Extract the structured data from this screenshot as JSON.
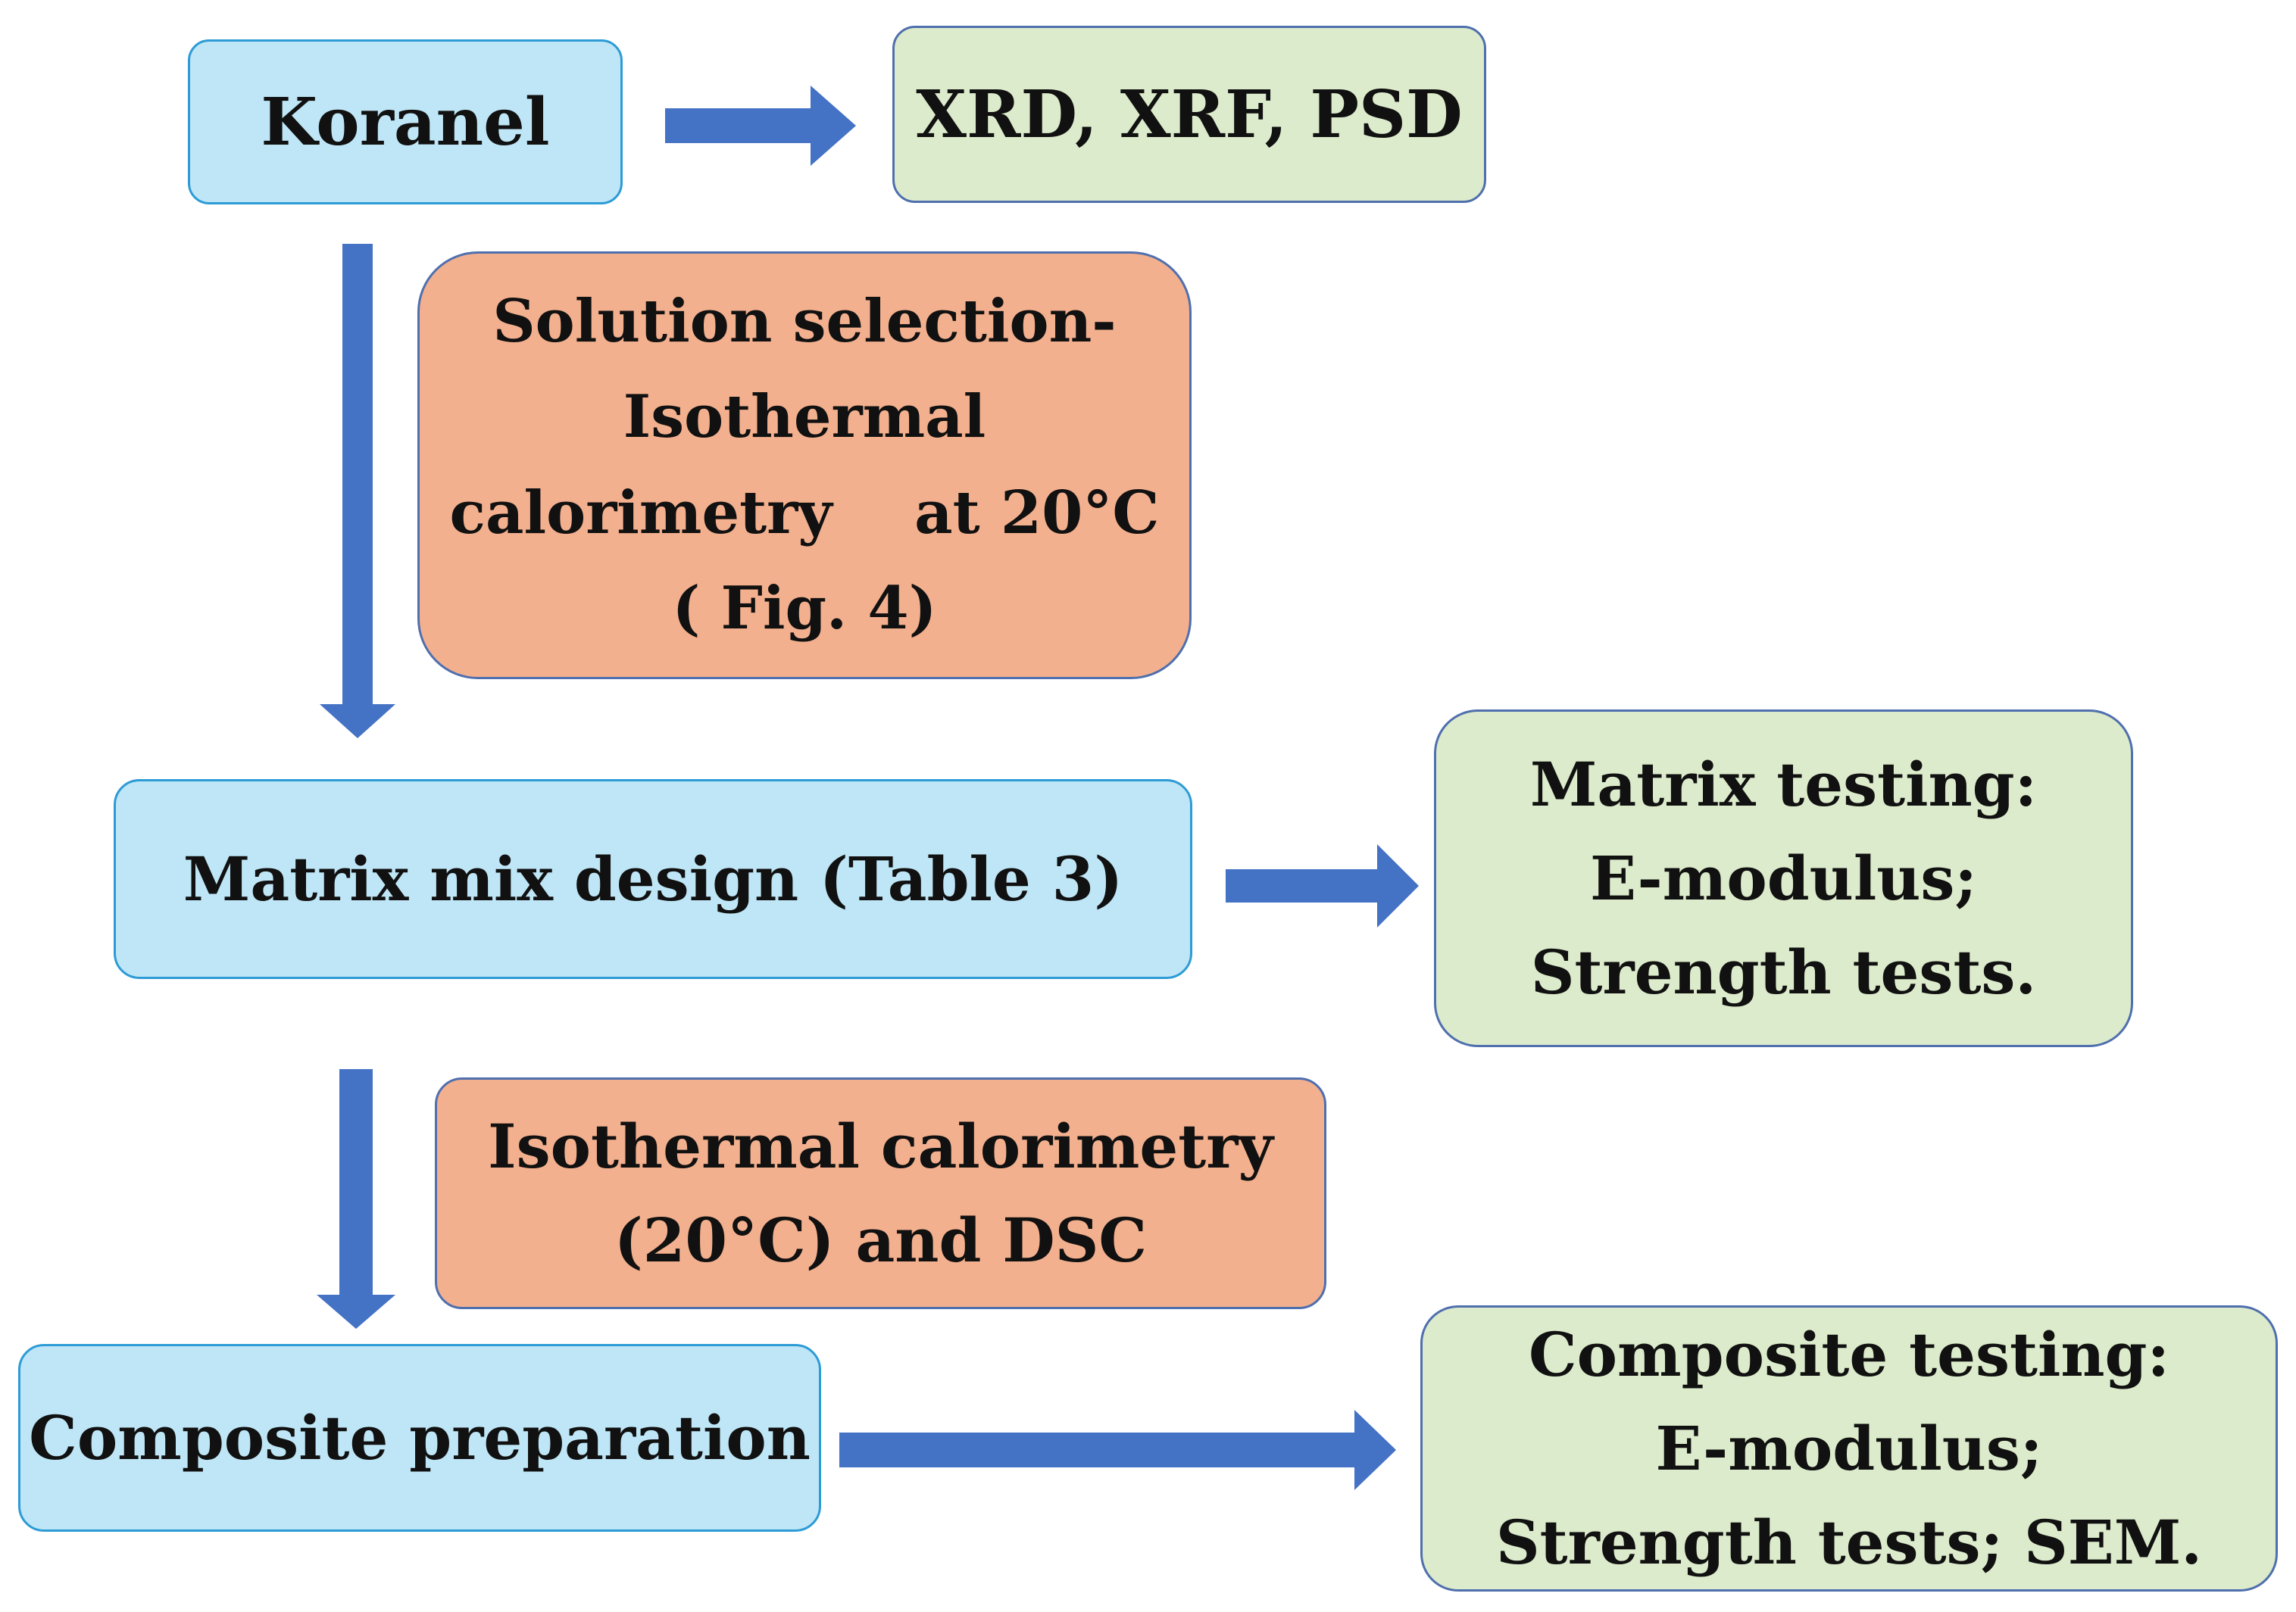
{
  "colors": {
    "blue_fill": "#bfe6f6",
    "green_fill": "#dcebcb",
    "orange_fill": "#f3b08e",
    "arrow": "#4472c4"
  },
  "nodes": {
    "koranel": {
      "lines": [
        "Koranel"
      ]
    },
    "xrd": {
      "lines": [
        "XRD, XRF, PSD"
      ]
    },
    "solution": {
      "lines": [
        "Solution selection-",
        "Isothermal",
        "calorimetry    at 20°C",
        "( Fig. 4)"
      ]
    },
    "matrix_mix": {
      "lines": [
        "Matrix mix design (Table 3)"
      ]
    },
    "matrix_testing": {
      "lines": [
        "Matrix testing:",
        "E-modulus;",
        "Strength tests."
      ]
    },
    "isothermal_dsc": {
      "lines": [
        "Isothermal calorimetry",
        "(20°C) and DSC"
      ]
    },
    "composite_prep": {
      "lines": [
        "Composite preparation"
      ]
    },
    "composite_testing": {
      "lines": [
        "Composite testing:",
        "E-modulus;",
        "Strength tests; SEM."
      ]
    }
  },
  "edges": [
    {
      "from": "koranel",
      "to": "xrd"
    },
    {
      "from": "koranel",
      "to": "matrix_mix"
    },
    {
      "from": "matrix_mix",
      "to": "matrix_testing"
    },
    {
      "from": "matrix_mix",
      "to": "composite_prep"
    },
    {
      "from": "composite_prep",
      "to": "composite_testing"
    }
  ]
}
